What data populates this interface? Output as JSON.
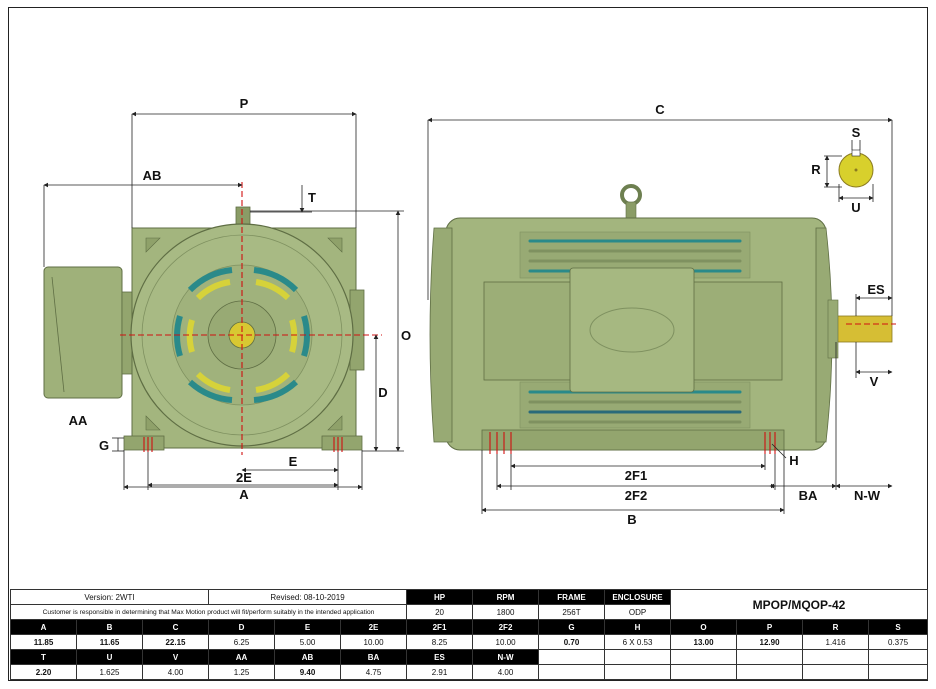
{
  "drawing": {
    "front_labels": {
      "P": "P",
      "AB": "AB",
      "T": "T",
      "O": "O",
      "D": "D",
      "AA": "AA",
      "G": "G",
      "E": "E",
      "2E": "2E",
      "A": "A"
    },
    "side_labels": {
      "C": "C",
      "2F1": "2F1",
      "2F2": "2F2",
      "B": "B",
      "BA": "BA",
      "N-W": "N-W",
      "H": "H",
      "ES": "ES",
      "V": "V"
    },
    "shaft_labels": {
      "S": "S",
      "R": "R",
      "U": "U"
    }
  },
  "info": {
    "version": "Version: 2WTI",
    "revised": "Revised: 08-10-2019",
    "disclaimer": "Customer is responsible in determining that Max Motion product will fit/perform suitably in the intended application",
    "model": "MPOP/MQOP-42",
    "headers": [
      "HP",
      "RPM",
      "FRAME",
      "ENCLOSURE"
    ],
    "values": [
      "20",
      "1800",
      "256T",
      "ODP"
    ]
  },
  "dims_row1": {
    "headers": [
      "A",
      "B",
      "C",
      "D",
      "E",
      "2E",
      "2F1",
      "2F2",
      "G",
      "H",
      "O",
      "P",
      "R",
      "S"
    ],
    "values": [
      "11.85",
      "11.65",
      "22.15",
      "6.25",
      "5.00",
      "10.00",
      "8.25",
      "10.00",
      "0.70",
      "6 X 0.53",
      "13.00",
      "12.90",
      "1.416",
      "0.375"
    ]
  },
  "dims_row2": {
    "headers": [
      "T",
      "U",
      "V",
      "AA",
      "AB",
      "BA",
      "ES",
      "N-W"
    ],
    "values": [
      "2.20",
      "1.625",
      "4.00",
      "1.25",
      "9.40",
      "4.75",
      "2.91",
      "4.00"
    ]
  },
  "colors": {
    "motor_body": "#a3b57e",
    "motor_dark": "#7f9160",
    "centerline": "#d01010",
    "vent_teal": "#2a8a8a"
  }
}
